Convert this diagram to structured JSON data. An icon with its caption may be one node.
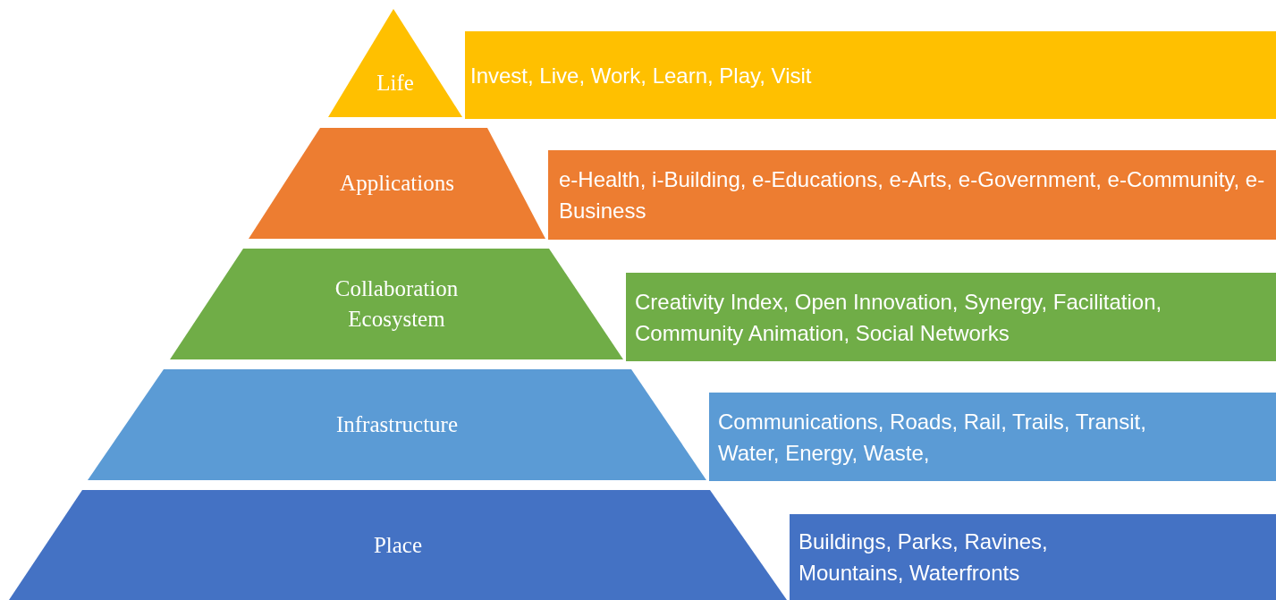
{
  "diagram": {
    "nodes": [
      {
        "text": [
          "Life"
        ]
      },
      {
        "text": [
          "Invest, Live, Work, Learn, Play, Visit"
        ]
      },
      {
        "text": [
          "Applications"
        ]
      },
      {
        "text": [
          "e-Health, i-Building, e-Educations, e-Arts, e-Government, e-Community, e-Business"
        ]
      },
      {
        "text": [
          "Collaboration Ecosystem"
        ]
      },
      {
        "text": [
          "Creativity Index, Open Innovation, Synergy, Facilitation, Community Animation, Social Networks"
        ]
      },
      {
        "text": [
          "Infrastructure"
        ]
      },
      {
        "text": [
          "Communications, Roads, Rail, Trails, Transit, Water, Energy, Waste,"
        ]
      },
      {
        "text": [
          "Place"
        ]
      },
      {
        "text": [
          "Buildings, Parks, Ravines, Mountains, Waterfronts"
        ]
      }
    ]
  }
}
